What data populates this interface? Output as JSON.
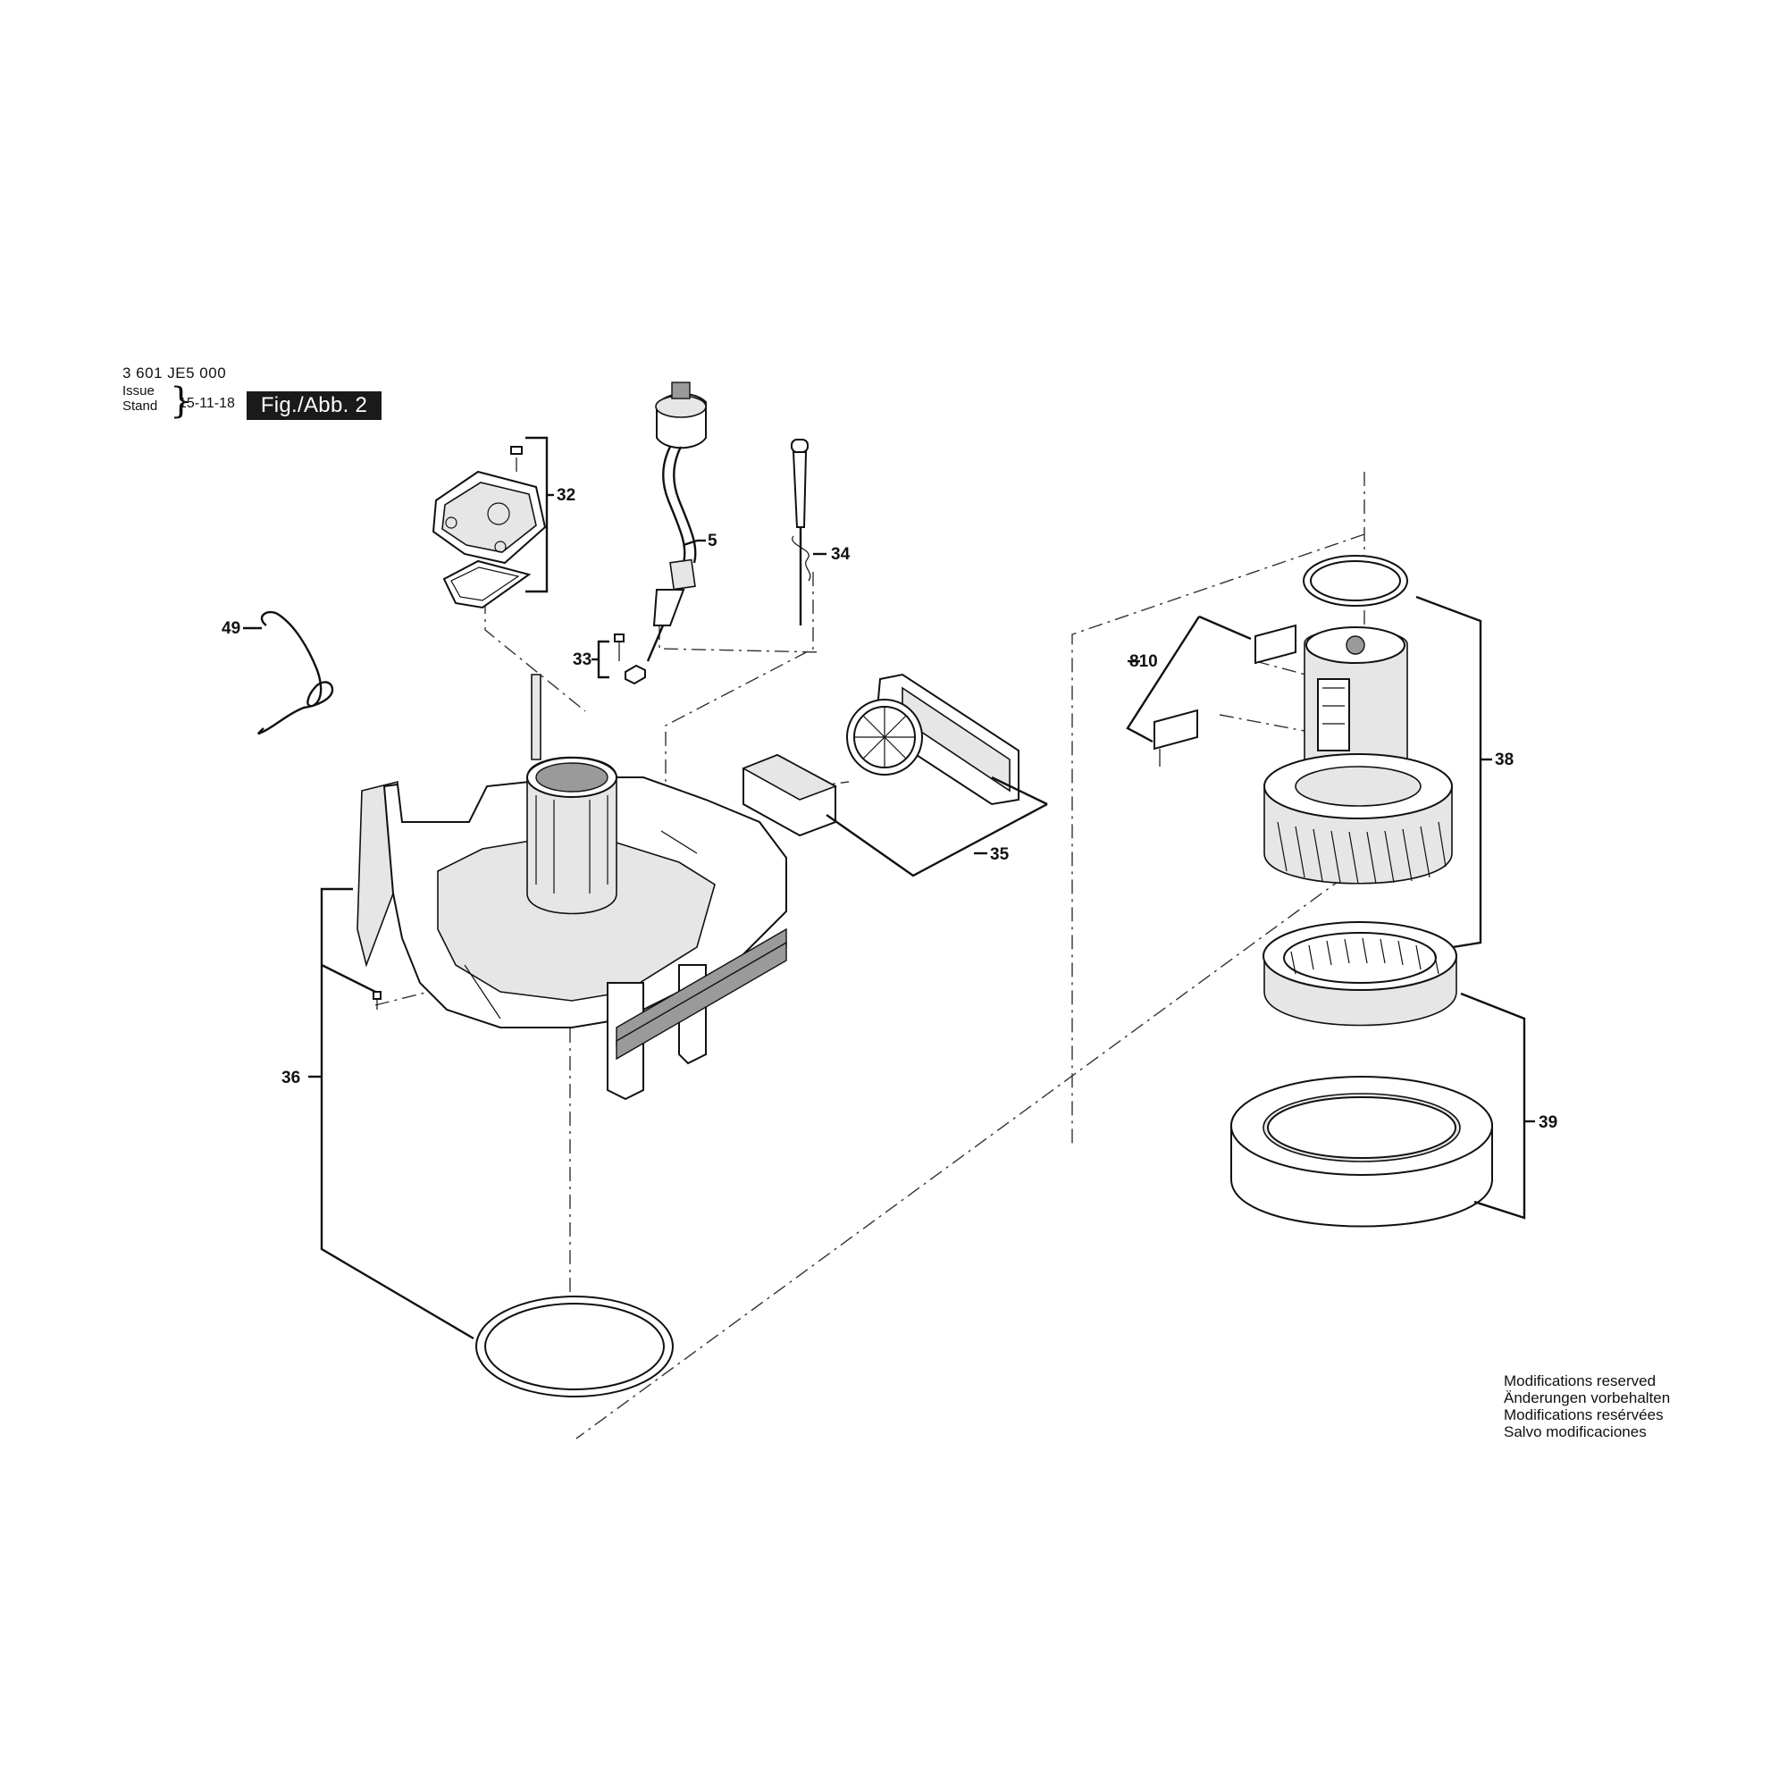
{
  "header": {
    "part_number": "3 601 JE5 000",
    "issue_label": "Issue",
    "stand_label": "Stand",
    "issue_date": "15-11-18",
    "figure_label": "Fig./Abb. 2"
  },
  "callouts": {
    "c32": "32",
    "c5": "5",
    "c34": "34",
    "c49": "49",
    "c33": "33",
    "c35": "35",
    "c36": "36",
    "c810": "810",
    "c38": "38",
    "c39": "39"
  },
  "footer": {
    "line1": "Modifications reserved",
    "line2": "Änderungen vorbehalten",
    "line3": "Modifications resérvées",
    "line4": "Salvo modificaciones"
  }
}
